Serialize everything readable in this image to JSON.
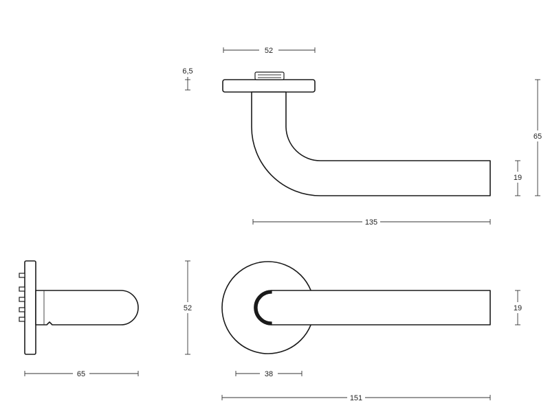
{
  "drawing": {
    "views": {
      "top": {
        "name": "top-view"
      },
      "side": {
        "name": "side-view"
      },
      "front": {
        "name": "front-view"
      }
    },
    "dimensions": {
      "rose_width_top": "52",
      "rose_thickness": "6,5",
      "total_height": "65",
      "lever_thickness_top": "19",
      "lever_length": "135",
      "rose_diameter_side": "52",
      "projection": "65",
      "rose_radius_offset": "38",
      "overall_length": "151",
      "lever_thickness_front": "19"
    },
    "colors": {
      "line": "#1a1a1a",
      "background": "#ffffff"
    }
  }
}
